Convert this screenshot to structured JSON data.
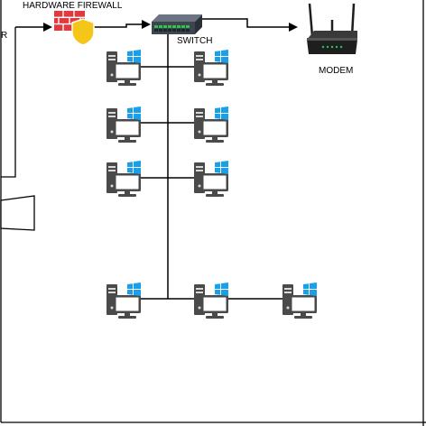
{
  "labels": {
    "firewall": "HARDWARE FIREWALL",
    "switch": "SWITCH",
    "modem": "MODEM",
    "left_cut": "R"
  },
  "nodes": [
    {
      "id": "firewall",
      "icon": "firewall-icon"
    },
    {
      "id": "switch",
      "icon": "network-switch-icon"
    },
    {
      "id": "modem",
      "icon": "router-modem-icon"
    },
    {
      "id": "pc-1",
      "icon": "windows-pc-icon"
    },
    {
      "id": "pc-2",
      "icon": "windows-pc-icon"
    },
    {
      "id": "pc-3",
      "icon": "windows-pc-icon"
    },
    {
      "id": "pc-4",
      "icon": "windows-pc-icon"
    },
    {
      "id": "pc-5",
      "icon": "windows-pc-icon"
    },
    {
      "id": "pc-6",
      "icon": "windows-pc-icon"
    },
    {
      "id": "pc-7",
      "icon": "windows-pc-icon"
    },
    {
      "id": "pc-8",
      "icon": "windows-pc-icon"
    },
    {
      "id": "pc-9",
      "icon": "windows-pc-icon"
    }
  ],
  "connections": [
    {
      "from": "left-edge",
      "to": "firewall",
      "arrow": true
    },
    {
      "from": "firewall",
      "to": "switch",
      "arrow": true
    },
    {
      "from": "switch",
      "to": "modem",
      "arrow": true
    },
    {
      "from": "pc-1",
      "to": "pc-2"
    },
    {
      "from": "pc-3",
      "to": "pc-4"
    },
    {
      "from": "pc-5",
      "to": "pc-6"
    },
    {
      "from": "pc-7",
      "to": "pc-9"
    },
    {
      "from": "switch",
      "to": "pc-7-row",
      "trunk": true
    }
  ],
  "colors": {
    "line": "#000000",
    "pc_body": "#4a4a4a",
    "windows_logo": "#1aa0e8",
    "firewall_brick": "#e0393e",
    "shield": "#f5c518",
    "switch_body": "#3d4550",
    "switch_port": "#2ec44a",
    "modem_body": "#1e1e1e"
  }
}
